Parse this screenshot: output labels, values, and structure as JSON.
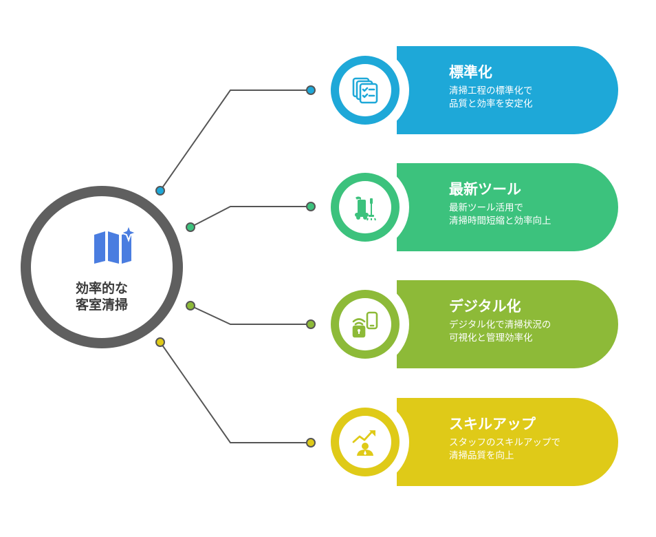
{
  "hub": {
    "line1": "効率的な",
    "line2": "客室清掃",
    "icon": "map-sparkle-icon",
    "color": "#5f5f5f",
    "icon_color": "#4a7de0"
  },
  "cards": [
    {
      "title": "標準化",
      "desc1": "清掃工程の標準化で",
      "desc2": "品質と効率を安定化",
      "icon": "checklist-documents-icon",
      "color": "#1ea8d8"
    },
    {
      "title": "最新ツール",
      "desc1": "最新ツール活用で",
      "desc2": "清掃時間短縮と効率向上",
      "icon": "cleaning-machine-icon",
      "color": "#3cc27d"
    },
    {
      "title": "デジタル化",
      "desc1": "デジタル化で清掃状況の",
      "desc2": "可視化と管理効率化",
      "icon": "smart-lock-phone-icon",
      "color": "#8dba38"
    },
    {
      "title": "スキルアップ",
      "desc1": "スタッフのスキルアップで",
      "desc2": "清掃品質を向上",
      "icon": "staff-growth-icon",
      "color": "#dfca18"
    }
  ]
}
